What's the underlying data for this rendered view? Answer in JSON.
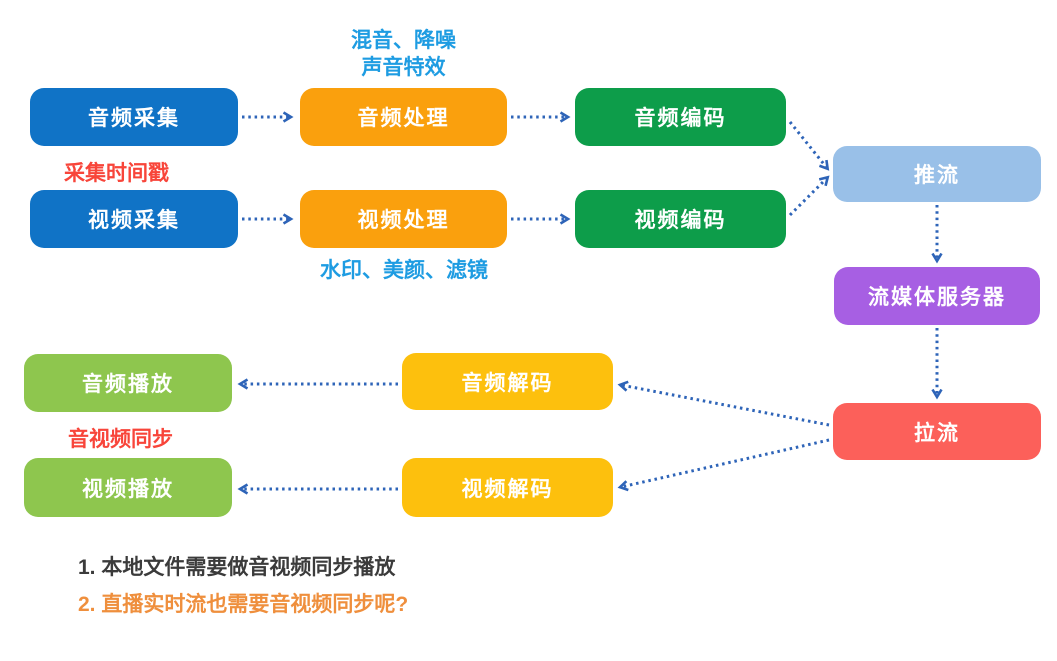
{
  "diagram": {
    "arrow_color": "#2e64b8",
    "nodes": {
      "audio_capture": {
        "label": "音频采集",
        "color": "#1073c6"
      },
      "audio_process": {
        "label": "音频处理",
        "color": "#faa00d"
      },
      "audio_encode": {
        "label": "音频编码",
        "color": "#0d9d4a"
      },
      "video_capture": {
        "label": "视频采集",
        "color": "#1073c6"
      },
      "video_process": {
        "label": "视频处理",
        "color": "#faa00d"
      },
      "video_encode": {
        "label": "视频编码",
        "color": "#0d9d4a"
      },
      "push_stream": {
        "label": "推流",
        "color": "#99c0e8"
      },
      "media_server": {
        "label": "流媒体服务器",
        "color": "#a75fe3"
      },
      "pull_stream": {
        "label": "拉流",
        "color": "#fc605a"
      },
      "audio_decode": {
        "label": "音频解码",
        "color": "#fdc00d"
      },
      "audio_play": {
        "label": "音频播放",
        "color": "#8ec64e"
      },
      "video_decode": {
        "label": "视频解码",
        "color": "#fdc00d"
      },
      "video_play": {
        "label": "视频播放",
        "color": "#8ec64e"
      }
    },
    "annotations": {
      "audio_process_note": {
        "line1": "混音、降噪",
        "line2": "声音特效",
        "color": "#1e9ce2"
      },
      "capture_timestamp": {
        "text": "采集时间戳",
        "color": "#f8453a"
      },
      "video_process_note": {
        "text": "水印、美颜、滤镜",
        "color": "#1e9ce2"
      },
      "av_sync": {
        "text": "音视频同步",
        "color": "#f8453a"
      }
    },
    "footnotes": [
      {
        "text": "1. 本地文件需要做音视频同步播放",
        "color": "#3b3b3b"
      },
      {
        "text": "2. 直播实时流也需要音视频同步呢?",
        "color": "#ef8f3d"
      }
    ]
  }
}
